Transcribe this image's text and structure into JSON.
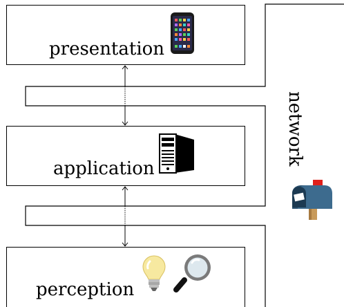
{
  "layers": [
    {
      "key": "presentation",
      "label": "presentation",
      "icons": [
        "smartphone-icon"
      ]
    },
    {
      "key": "application",
      "label": "application",
      "icons": [
        "desktop-computer-icon"
      ]
    },
    {
      "key": "perception",
      "label": "perception",
      "icons": [
        "lightbulb-icon",
        "magnifying-glass-icon"
      ]
    }
  ],
  "network": {
    "label": "network",
    "icon": "mailbox-icon"
  },
  "colors": {
    "line": "#000000",
    "mailbox_body": "#3d6b8e",
    "mailbox_flag": "#e0201b",
    "phone_body": "#1a1a1a",
    "bulb": "#f7e9a0",
    "magnifier_rim": "#7a7a7a"
  }
}
